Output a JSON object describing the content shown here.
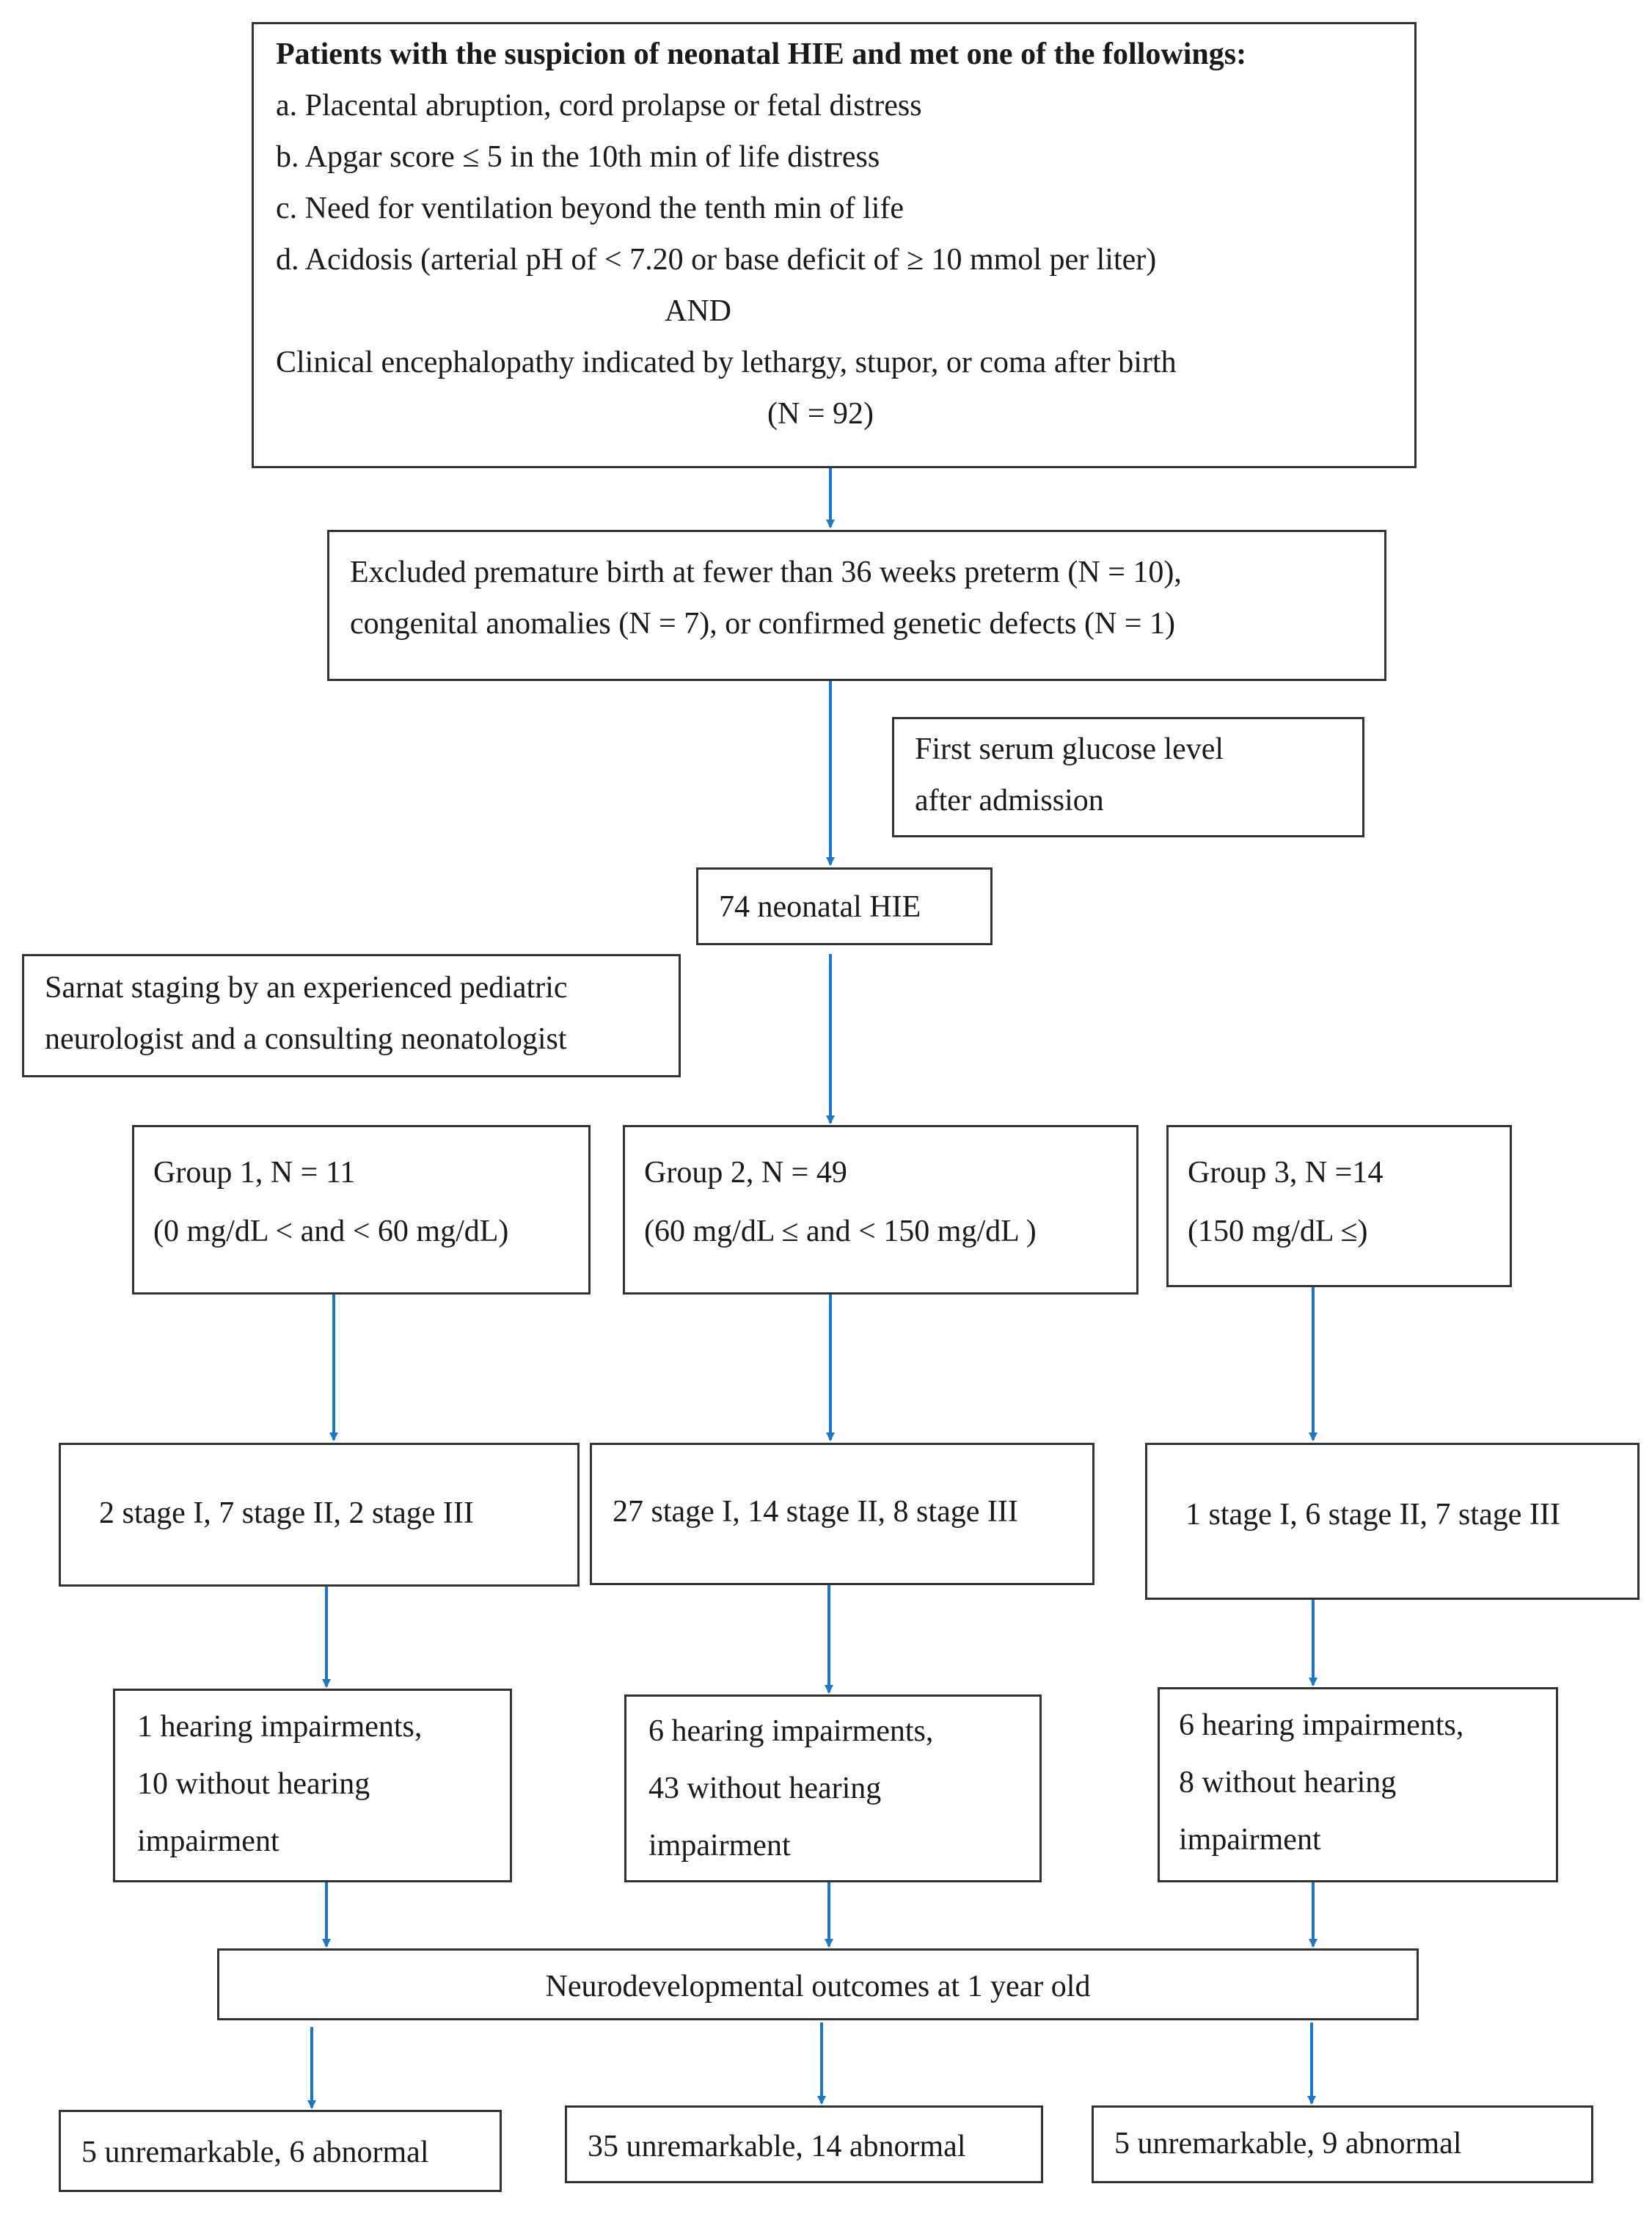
{
  "box_intro": {
    "heading": "Patients with the suspicion of neonatal HIE and met one of the followings:",
    "items": [
      "a. Placental abruption, cord prolapse or fetal distress",
      "b. Apgar score ≤ 5 in the 10th min of life distress",
      "c. Need for ventilation beyond the tenth min of life",
      "d. Acidosis (arterial pH of < 7.20 or base deficit of ≥ 10 mmol per liter)"
    ],
    "and": "AND",
    "clinical": "Clinical encephalopathy indicated by lethargy, stupor, or coma after birth",
    "n": "(N = 92)"
  },
  "box_excluded": {
    "line1": "Excluded premature birth at fewer than 36 weeks preterm (N = 10),",
    "line2": "congenital anomalies (N = 7), or confirmed genetic defects (N = 1)"
  },
  "box_glucose": {
    "line1": "First serum glucose level",
    "line2": "after admission"
  },
  "box_hie": {
    "text": "74 neonatal HIE"
  },
  "box_sarnat": {
    "line1": "Sarnat staging by an experienced pediatric",
    "line2": "neurologist and a consulting neonatologist"
  },
  "groups": [
    {
      "title": "Group 1, N = 11",
      "range": "(0 mg/dL < and < 60 mg/dL)",
      "stages": "2 stage I, 7 stage II, 2 stage III",
      "hearing": [
        "1 hearing impairments,",
        "10 without hearing",
        "impairment"
      ],
      "outcome": "5 unremarkable, 6 abnormal"
    },
    {
      "title": "Group 2, N = 49",
      "range": "(60 mg/dL ≤  and < 150 mg/dL )",
      "stages": "27 stage I, 14 stage II, 8 stage III",
      "hearing": [
        "6 hearing impairments,",
        "43 without hearing",
        "impairment"
      ],
      "outcome": "35 unremarkable, 14 abnormal"
    },
    {
      "title": "Group 3, N =14",
      "range": "(150 mg/dL ≤)",
      "stages": "1 stage I, 6 stage II, 7 stage III",
      "hearing": [
        "6 hearing impairments,",
        "8 without hearing",
        "impairment"
      ],
      "outcome": "5 unremarkable, 9 abnormal"
    }
  ],
  "box_neuro": {
    "text": "Neurodevelopmental outcomes at 1 year old"
  },
  "colors": {
    "arrow": "#1f77c4",
    "border": "#333333",
    "text": "#1a1a1a"
  }
}
